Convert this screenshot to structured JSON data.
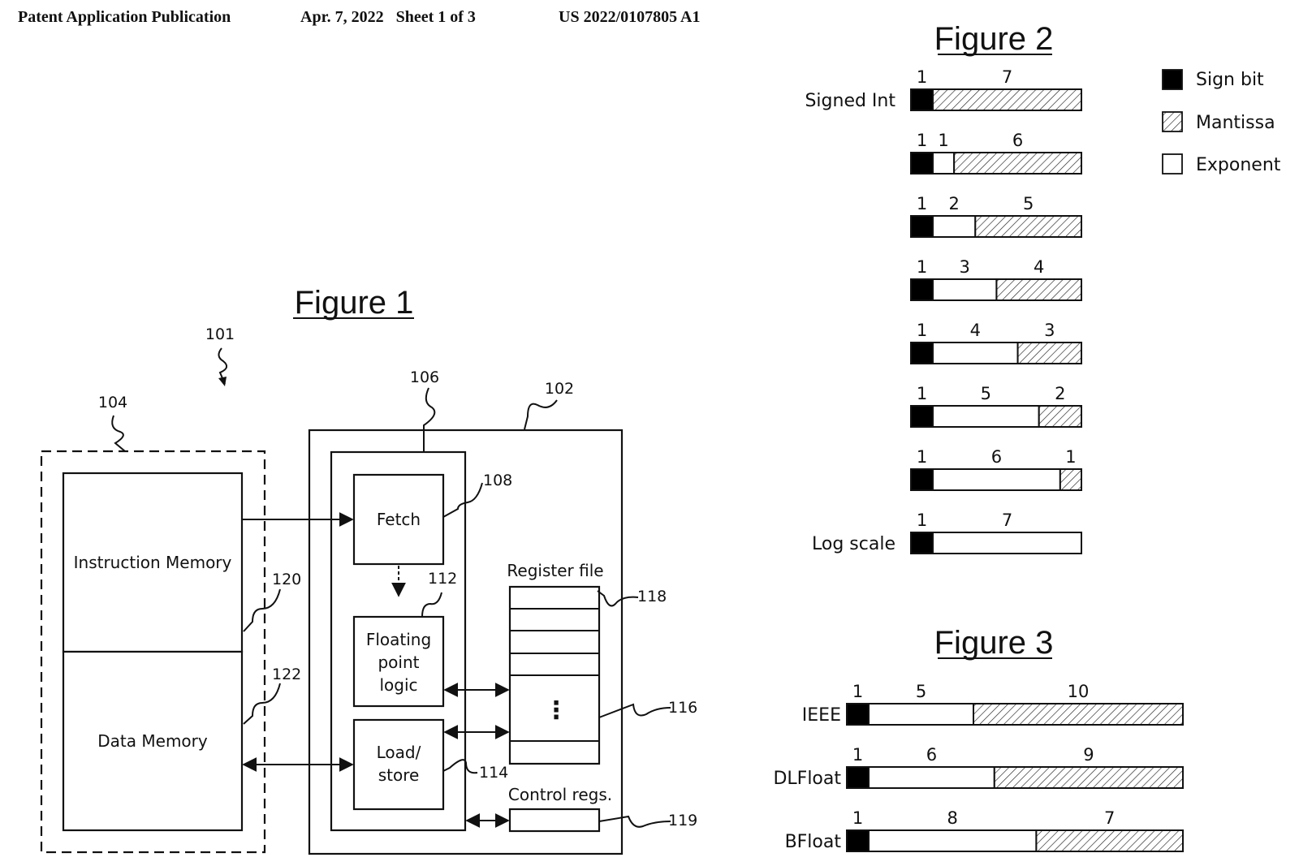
{
  "header": {
    "publication": "Patent Application Publication",
    "date_sheet": "Apr. 7, 2022   Sheet 1 of 3",
    "number": "US 2022/0107805 A1"
  },
  "figure1": {
    "title": "Figure 1",
    "blocks": {
      "instruction_memory": "Instruction Memory",
      "data_memory": "Data Memory",
      "fetch": "Fetch",
      "fp_logic_lines": [
        "Floating",
        "point",
        "logic"
      ],
      "load_store_lines": [
        "Load/",
        "store"
      ],
      "register_file": "Register file",
      "register_dots": "⋮",
      "control_regs": "Control regs."
    },
    "refs": {
      "r101": "101",
      "r102": "102",
      "r104": "104",
      "r106": "106",
      "r108": "108",
      "r112": "112",
      "r114": "114",
      "r116": "116",
      "r118": "118",
      "r119": "119",
      "r120": "120",
      "r122": "122"
    }
  },
  "figure2": {
    "title": "Figure 2",
    "rows": [
      {
        "label": "Signed Int",
        "sign": 1,
        "exponent": 0,
        "mantissa": 7
      },
      {
        "label": "",
        "sign": 1,
        "exponent": 1,
        "mantissa": 6
      },
      {
        "label": "",
        "sign": 1,
        "exponent": 2,
        "mantissa": 5
      },
      {
        "label": "",
        "sign": 1,
        "exponent": 3,
        "mantissa": 4
      },
      {
        "label": "",
        "sign": 1,
        "exponent": 4,
        "mantissa": 3
      },
      {
        "label": "",
        "sign": 1,
        "exponent": 5,
        "mantissa": 2
      },
      {
        "label": "",
        "sign": 1,
        "exponent": 6,
        "mantissa": 1
      },
      {
        "label": "Log scale",
        "sign": 1,
        "exponent": 7,
        "mantissa": 0
      }
    ],
    "legend": [
      {
        "key": "sign",
        "label": "Sign bit"
      },
      {
        "key": "mantissa",
        "label": "Mantissa"
      },
      {
        "key": "exponent",
        "label": "Exponent"
      }
    ]
  },
  "figure3": {
    "title": "Figure 3",
    "rows": [
      {
        "label": "IEEE",
        "sign": 1,
        "exponent": 5,
        "mantissa": 10
      },
      {
        "label": "DLFloat",
        "sign": 1,
        "exponent": 6,
        "mantissa": 9
      },
      {
        "label": "BFloat",
        "sign": 1,
        "exponent": 8,
        "mantissa": 7
      }
    ]
  },
  "colors": {
    "ink": "#111111",
    "sign": "#000000",
    "exponent": "#ffffff"
  }
}
